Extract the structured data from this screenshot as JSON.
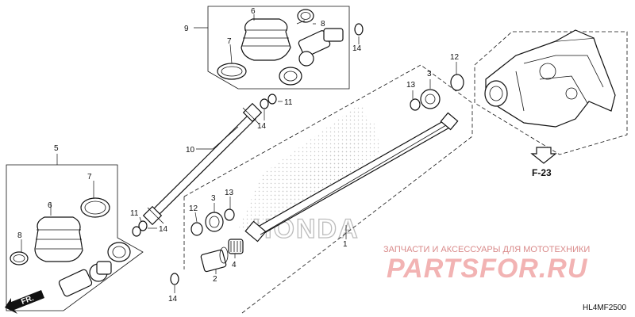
{
  "labels": {
    "p1": "1",
    "p2": "2",
    "p3a": "3",
    "p3b": "3",
    "p4": "4",
    "p5": "5",
    "p6a": "6",
    "p6b": "6",
    "p7a": "7",
    "p7b": "7",
    "p8a": "8",
    "p8b": "8",
    "p9": "9",
    "p10": "10",
    "p11a": "11",
    "p11b": "11",
    "p12a": "12",
    "p12b": "12",
    "p13a": "13",
    "p13b": "13",
    "p14a": "14",
    "p14b": "14",
    "p14c": "14",
    "p14d": "14"
  },
  "reference": "F-23",
  "direction": "FR.",
  "diagram_code": "HL4MF2500",
  "watermark": {
    "tagline": "ЗАПЧАСТИ И АКСЕССУАРЫ ДЛЯ МОТОТЕХНИКИ",
    "brand": "PARTSFOR.RU"
  },
  "background_logo": "HONDA",
  "colors": {
    "line": "#111111",
    "watermark": "#f2b3b3",
    "logo": "#bdbdbd"
  }
}
